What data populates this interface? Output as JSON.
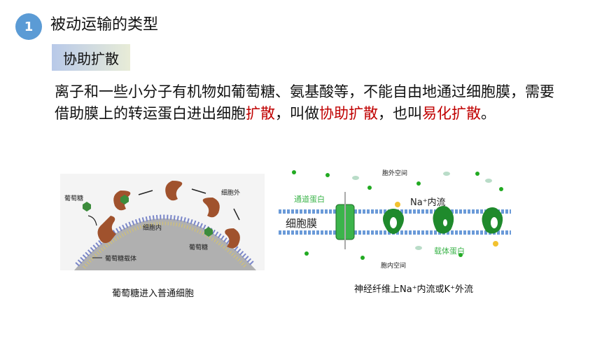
{
  "header": {
    "number": "1",
    "title": "被动运输的类型"
  },
  "subtitle": "协助扩散",
  "paragraph": {
    "part1": "离子和一些小分子有机物如葡萄糖、氨基酸等，不能自由地通过细胞膜，需要借助膜上的转运蛋白进出细胞",
    "red1": "扩散",
    "part2": "，叫做",
    "red2": "协助扩散",
    "part3": "，也叫",
    "red3": "易化扩散",
    "part4": "。"
  },
  "figure1": {
    "label_glucose": "葡萄糖",
    "label_outside": "细胞外",
    "label_inside": "细胞内",
    "label_glucose2": "葡萄糖",
    "label_carrier": "葡萄糖载体",
    "caption": "葡萄糖进入普通细胞"
  },
  "figure2": {
    "label_outside": "胞外空间",
    "label_channel": "通道蛋白",
    "label_na_influx": "Na⁺内流",
    "label_membrane": "细胞膜",
    "label_carrier": "载体蛋白",
    "label_inside": "胞内空间",
    "caption": "神经纤维上Na⁺内流或K⁺外流"
  },
  "colors": {
    "accent_blue": "#5b9bd5",
    "highlight_red": "#c00000",
    "protein_brown": "#a0522d",
    "protein_green": "#2e8b3a"
  }
}
